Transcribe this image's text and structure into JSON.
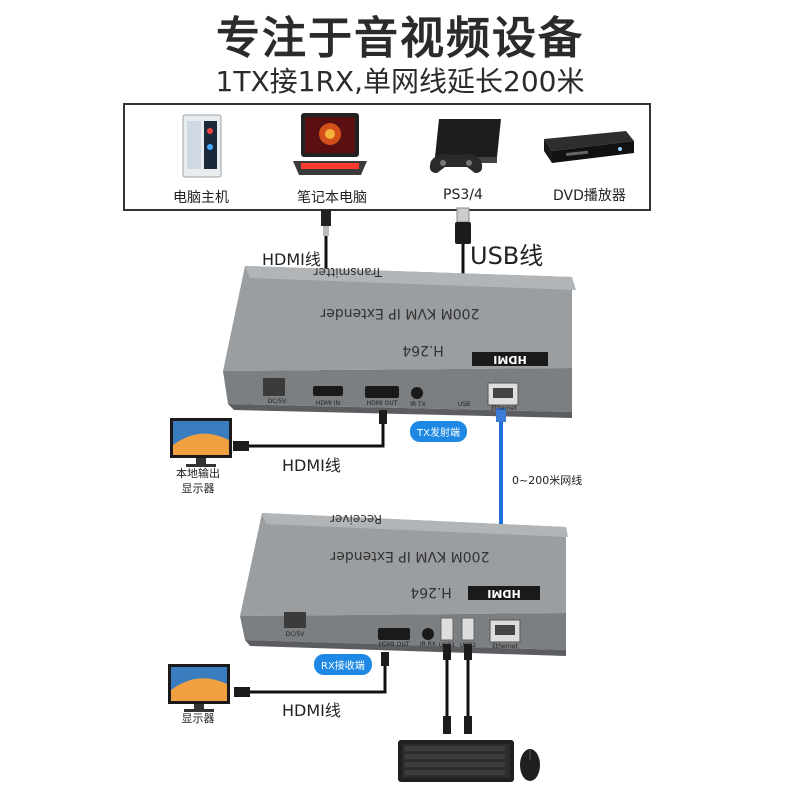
{
  "header": {
    "title": "专注于音视频设备",
    "subtitle": "1TX接1RX,单网线延长200米"
  },
  "sources": [
    {
      "label": "电脑主机",
      "icon": "desktop-pc-icon"
    },
    {
      "label": "笔记本电脑",
      "icon": "laptop-icon"
    },
    {
      "label": "PS3/4",
      "icon": "game-console-icon"
    },
    {
      "label": "DVD播放器",
      "icon": "dvd-player-icon"
    }
  ],
  "cables": {
    "hdmi_in": "HDMI线",
    "usb": "USB线",
    "hdmi_local": "HDMI线",
    "network": "0~200米网线",
    "hdmi_rx": "HDMI线"
  },
  "transmitter": {
    "badge": "TX发射端",
    "top_name": "Transmitter",
    "top_model": "200M KVM IP Extender",
    "top_codec": "H.264",
    "brand": "HDMI",
    "ports": {
      "dc": "DC/5V",
      "hdmi_in": "HDMI IN",
      "hdmi_out": "HDMI OUT",
      "ir": "IR TX",
      "usb": "USB",
      "ethernet": "Ethernet"
    }
  },
  "receiver": {
    "badge": "RX接收端",
    "top_name": "Receiver",
    "top_model": "200M KVM IP Extender",
    "top_codec": "H.264",
    "brand": "HDMI",
    "ports": {
      "dc": "DC/5V",
      "hdmi_out": "HDMI OUT",
      "ir": "IR RX",
      "usb1": "USB1",
      "usb2": "USB2",
      "ethernet": "Ethernet"
    }
  },
  "displays": {
    "local_line1": "本地输出",
    "local_line2": "显示器",
    "remote": "显示器"
  },
  "colors": {
    "network_cable": "#1e6fd9",
    "badge": "#1e88e5",
    "device_body": "#8a8d90"
  }
}
